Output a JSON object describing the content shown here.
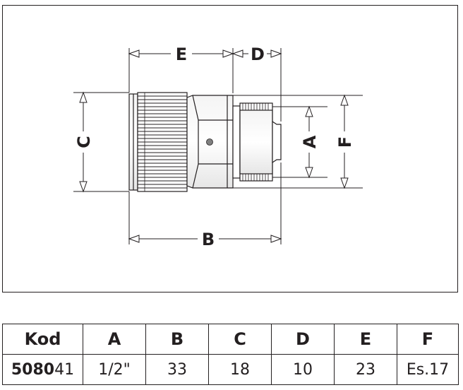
{
  "diagram": {
    "dimension_labels": {
      "A": "A",
      "B": "B",
      "C": "C",
      "D": "D",
      "E": "E",
      "F": "F"
    }
  },
  "table": {
    "headers": [
      "Kod",
      "A",
      "B",
      "C",
      "D",
      "E",
      "F"
    ],
    "row": {
      "code_prefix": "5080",
      "code_suffix": "41",
      "values": [
        "1/2\"",
        "33",
        "18",
        "10",
        "23",
        "Es.17"
      ]
    }
  }
}
